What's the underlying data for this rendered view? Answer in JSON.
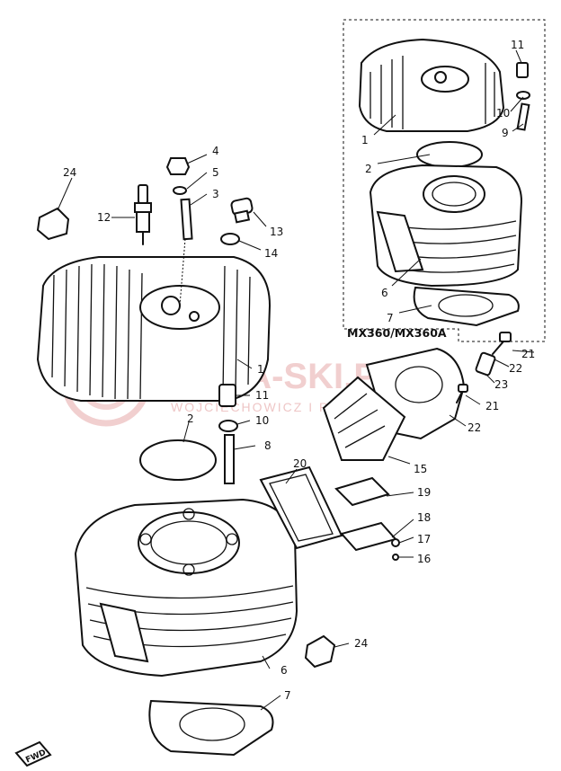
{
  "inset": {
    "model_label": "MX360/MX360A"
  },
  "watermark": {
    "main": "YAMA-SKI.PL",
    "sub": "WOJCIECHOWICZ I PARTNERZY"
  },
  "fwd_label": "FWD",
  "callouts": [
    {
      "id": "c1",
      "text": "1"
    },
    {
      "id": "c2",
      "text": "2"
    },
    {
      "id": "c3",
      "text": "3"
    },
    {
      "id": "c4",
      "text": "4"
    },
    {
      "id": "c5",
      "text": "5"
    },
    {
      "id": "c6",
      "text": "6"
    },
    {
      "id": "c7",
      "text": "7"
    },
    {
      "id": "c8",
      "text": "8"
    },
    {
      "id": "c10",
      "text": "10"
    },
    {
      "id": "c11",
      "text": "11"
    },
    {
      "id": "c12",
      "text": "12"
    },
    {
      "id": "c13",
      "text": "13"
    },
    {
      "id": "c14",
      "text": "14"
    },
    {
      "id": "c15",
      "text": "15"
    },
    {
      "id": "c16",
      "text": "16"
    },
    {
      "id": "c17",
      "text": "17"
    },
    {
      "id": "c18",
      "text": "18"
    },
    {
      "id": "c19",
      "text": "19"
    },
    {
      "id": "c20",
      "text": "20"
    },
    {
      "id": "c21a",
      "text": "21"
    },
    {
      "id": "c22a",
      "text": "22"
    },
    {
      "id": "c24a",
      "text": "24"
    },
    {
      "id": "c24b",
      "text": "24"
    },
    {
      "id": "i1",
      "text": "1"
    },
    {
      "id": "i2",
      "text": "2"
    },
    {
      "id": "i6",
      "text": "6"
    },
    {
      "id": "i7",
      "text": "7"
    },
    {
      "id": "i9",
      "text": "9"
    },
    {
      "id": "i10",
      "text": "10"
    },
    {
      "id": "i11",
      "text": "11"
    },
    {
      "id": "i21",
      "text": "21"
    },
    {
      "id": "i22",
      "text": "22"
    },
    {
      "id": "i23",
      "text": "23"
    }
  ]
}
